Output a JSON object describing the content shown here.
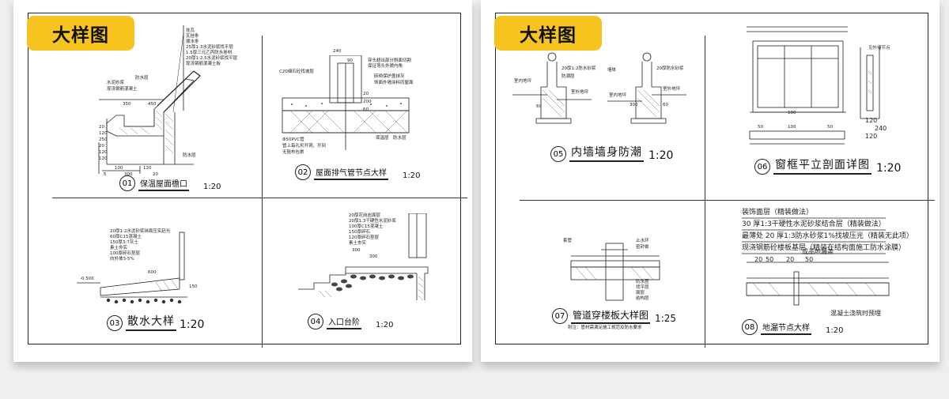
{
  "sheets": [
    {
      "badge": "大样图",
      "panels": [
        {
          "num": "01",
          "title": "保温屋面檐口",
          "scale": "1:20",
          "notes": [
            "挂瓦",
            "瓦挂条",
            "顺水条",
            "25厚1:3水泥砂浆找平层",
            "1.5厚三元乙丙防水卷材",
            "20厚1:2.5水泥砂浆找平层",
            "现浇钢筋混凝土板"
          ],
          "labels": [
            "防水层",
            "水泥砂浆",
            "现浇钢筋混凝土",
            "350",
            "450",
            "20",
            "120",
            "250",
            "100",
            "300",
            "5",
            "防水层",
            "20",
            "120",
            "120",
            "120",
            "20"
          ]
        },
        {
          "num": "02",
          "title": "屋面排气管节点大样",
          "scale": "1:20",
          "notes": [
            "C20细石砼找坡层",
            "穿头超出部分斜面切割",
            "保证弯头外貌内角",
            "砖砌保护盖抹灰",
            "饰面外墙涂料同屋面",
            "Φ50PVC管",
            "管上每孔形开洞，开间",
            "无阻布包裹",
            "保温层",
            "防水层"
          ],
          "labels": [
            "240",
            "90",
            "20",
            "200",
            "60"
          ]
        },
        {
          "num": "03",
          "title": "散水大样",
          "scale": "1:20",
          "notes": [
            "20厚1:2水泥砂浆抹面压实赶光",
            "60厚C15混凝土",
            "150厚3:7灰土",
            "素土夯实",
            "100厚碎石垫层",
            "向外坡3-5%"
          ],
          "labels": [
            "-0.500",
            "600",
            "150"
          ]
        },
        {
          "num": "04",
          "title": "入口台阶",
          "scale": "1:20",
          "notes": [
            "20厚花岗岩面层",
            "20厚1:3干硬性水泥砂浆",
            "100厚C15混凝土",
            "150厚碎石",
            "120厚碎石垫层",
            "素土夯实"
          ],
          "labels": [
            "300",
            "300"
          ]
        }
      ]
    },
    {
      "badge": "大样图",
      "panels": [
        {
          "num": "05",
          "title": "内墙墙身防潮",
          "scale": "1:20",
          "notes": [
            "室内地坪",
            "20厚1:2防水砂浆",
            "室外地坪",
            "防潮层",
            "墙体",
            "室内地坪",
            "室外地坪",
            "20厚防水砂浆"
          ],
          "labels": [
            "60",
            "300",
            "60"
          ]
        },
        {
          "num": "06",
          "title": "窗框平立剖面详图",
          "scale": "1:20",
          "notes": [
            "见外墙节点"
          ],
          "labels": [
            "120",
            "240",
            "120",
            "100",
            "100",
            "50",
            "50"
          ]
        },
        {
          "num": "07",
          "title": "管道穿楼板大样图",
          "scale": "1:25",
          "notes": [
            "附注：管材需满足施工规范及防水要求",
            "防水层",
            "找平层",
            "面层",
            "结构层",
            "套管",
            "止水环",
            "密封膏"
          ],
          "labels": []
        },
        {
          "num": "08",
          "title": "地漏节点大样",
          "scale": "1:20",
          "notes": [
            "装饰面层（精装做法）",
            "30 厚1:3干硬性水泥砂浆结合层（精装做法）",
            "最薄处 20 厚1:3防水砂浆1%找坡压光（精装无此项）",
            "现浇钢筋砼楼板基层（精装在结构面施工防水涂膜）",
            "成品地漏盖",
            "混凝土浇筑时预埋"
          ],
          "labels": [
            "20",
            "50",
            "20",
            "50"
          ]
        }
      ]
    }
  ]
}
